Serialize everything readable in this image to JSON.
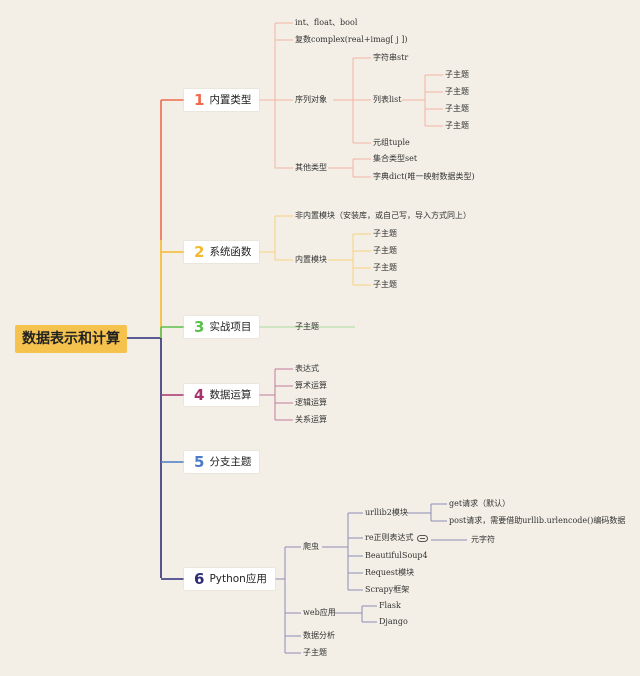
{
  "root": "数据表示和计算",
  "colors": {
    "root_bg": "#f6c24e",
    "b1": "#f06a4f",
    "b2": "#f5b82e",
    "b3": "#5cbf4d",
    "b4": "#a8336b",
    "b5": "#4b7bc6",
    "b6": "#2c2c78",
    "b1_sub": "#f3b3a3",
    "b2_sub": "#f6d27a",
    "b3_sub": "#a7dc9c",
    "b4_sub": "#c07a9c",
    "b6_sub": "#8d8db5"
  },
  "branches": [
    {
      "num": "1",
      "label": "内置类型",
      "children": [
        {
          "label": "int、float、bool"
        },
        {
          "label": "复数complex(real+imag[ j ])"
        },
        {
          "label": "序列对象",
          "children": [
            {
              "label": "字符串str"
            },
            {
              "label": "列表list",
              "children": [
                {
                  "label": "子主题"
                },
                {
                  "label": "子主题"
                },
                {
                  "label": "子主题"
                },
                {
                  "label": "子主题"
                }
              ]
            },
            {
              "label": "元组tuple"
            }
          ]
        },
        {
          "label": "其他类型",
          "children": [
            {
              "label": "集合类型set"
            },
            {
              "label": "字典dict(唯一映射数据类型)"
            }
          ]
        }
      ]
    },
    {
      "num": "2",
      "label": "系统函数",
      "children": [
        {
          "label": "非内置模块（安装库，或自己写，导入方式同上）"
        },
        {
          "label": "内置模块",
          "children": [
            {
              "label": "子主题"
            },
            {
              "label": "子主题"
            },
            {
              "label": "子主题"
            },
            {
              "label": "子主题"
            }
          ]
        }
      ]
    },
    {
      "num": "3",
      "label": "实战项目",
      "children": [
        {
          "label": "子主题"
        }
      ]
    },
    {
      "num": "4",
      "label": "数据运算",
      "children": [
        {
          "label": "表达式"
        },
        {
          "label": "算术运算"
        },
        {
          "label": "逻辑运算"
        },
        {
          "label": "关系运算"
        }
      ]
    },
    {
      "num": "5",
      "label": "分支主题",
      "children": []
    },
    {
      "num": "6",
      "label": "Python应用",
      "children": [
        {
          "label": "爬虫",
          "children": [
            {
              "label": "urllib2模块",
              "children": [
                {
                  "label": "get请求（默认）"
                },
                {
                  "label": "post请求，需要借助urllib.urlencode()编码数据"
                }
              ]
            },
            {
              "label": "re正则表达式",
              "icon": "link-icon",
              "children": [
                {
                  "label": "元字符"
                }
              ]
            },
            {
              "label": "BeautifulSoup4"
            },
            {
              "label": "Request模块"
            },
            {
              "label": "Scrapy框架"
            }
          ]
        },
        {
          "label": "web应用",
          "children": [
            {
              "label": "Flask"
            },
            {
              "label": "Django"
            }
          ]
        },
        {
          "label": "数据分析"
        },
        {
          "label": "子主题"
        }
      ]
    }
  ]
}
